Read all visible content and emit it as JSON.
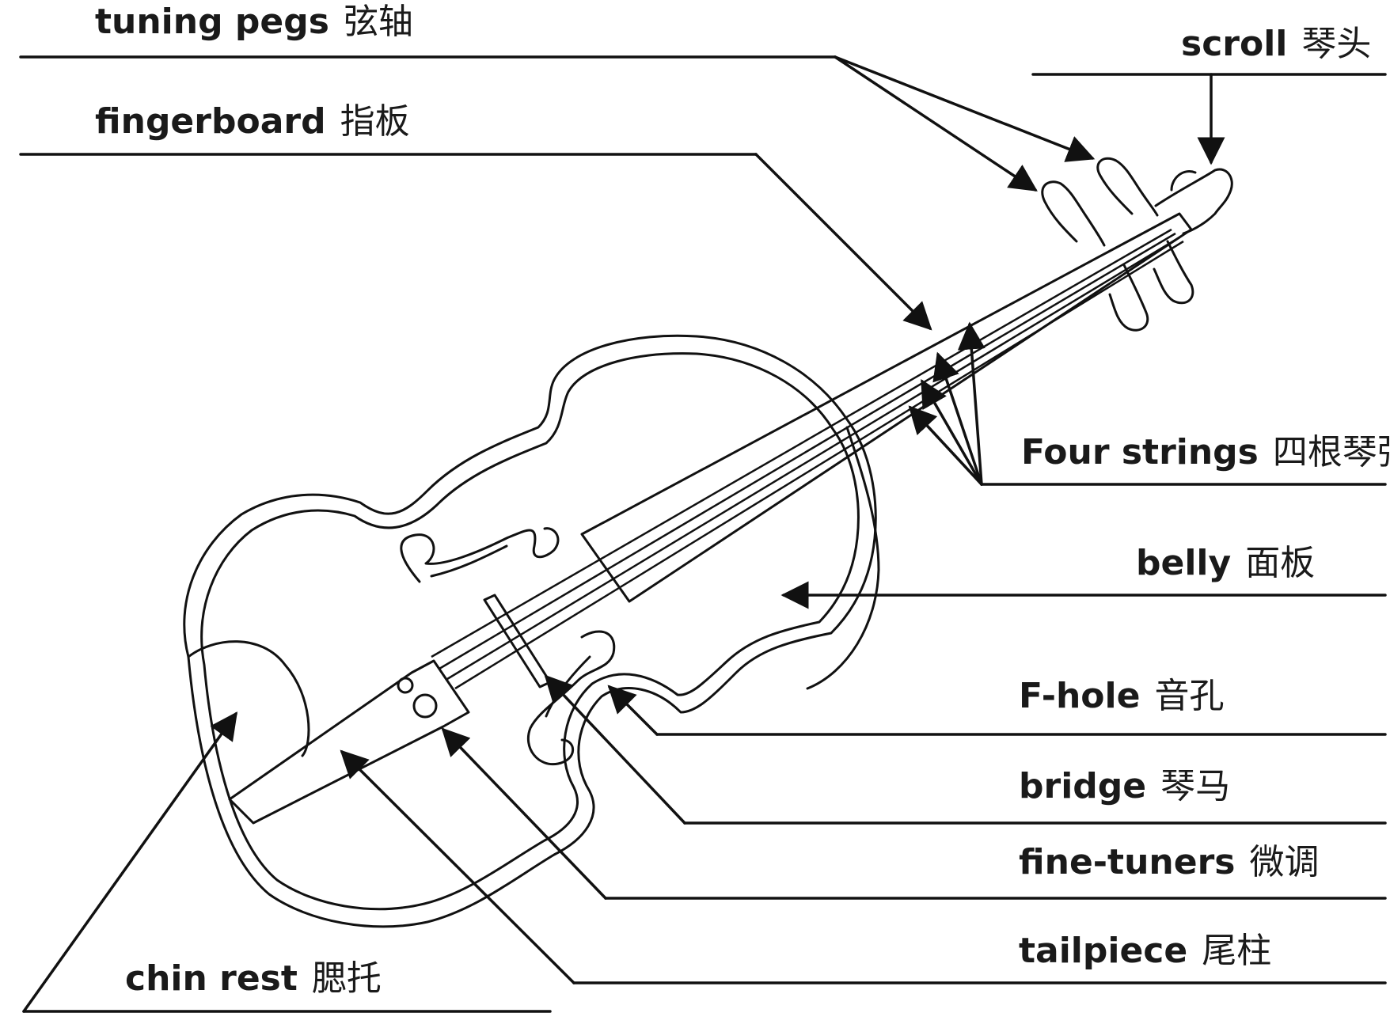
{
  "labels": {
    "tuning_pegs": {
      "en": "tuning pegs",
      "zh": "弦轴"
    },
    "scroll": {
      "en": "scroll",
      "zh": "琴头"
    },
    "fingerboard": {
      "en": "fingerboard",
      "zh": "指板"
    },
    "four_strings": {
      "en": "Four strings",
      "zh": "四根琴弦"
    },
    "belly": {
      "en": "belly",
      "zh": "面板"
    },
    "f_hole": {
      "en": "F-hole",
      "zh": "音孔"
    },
    "bridge": {
      "en": "bridge",
      "zh": "琴马"
    },
    "fine_tuners": {
      "en": "fine-tuners",
      "zh": "微调"
    },
    "tailpiece": {
      "en": "tailpiece",
      "zh": "尾柱"
    },
    "chin_rest": {
      "en": "chin rest",
      "zh": "腮托"
    }
  },
  "colors": {
    "ink": "#111111",
    "background": "#ffffff"
  }
}
